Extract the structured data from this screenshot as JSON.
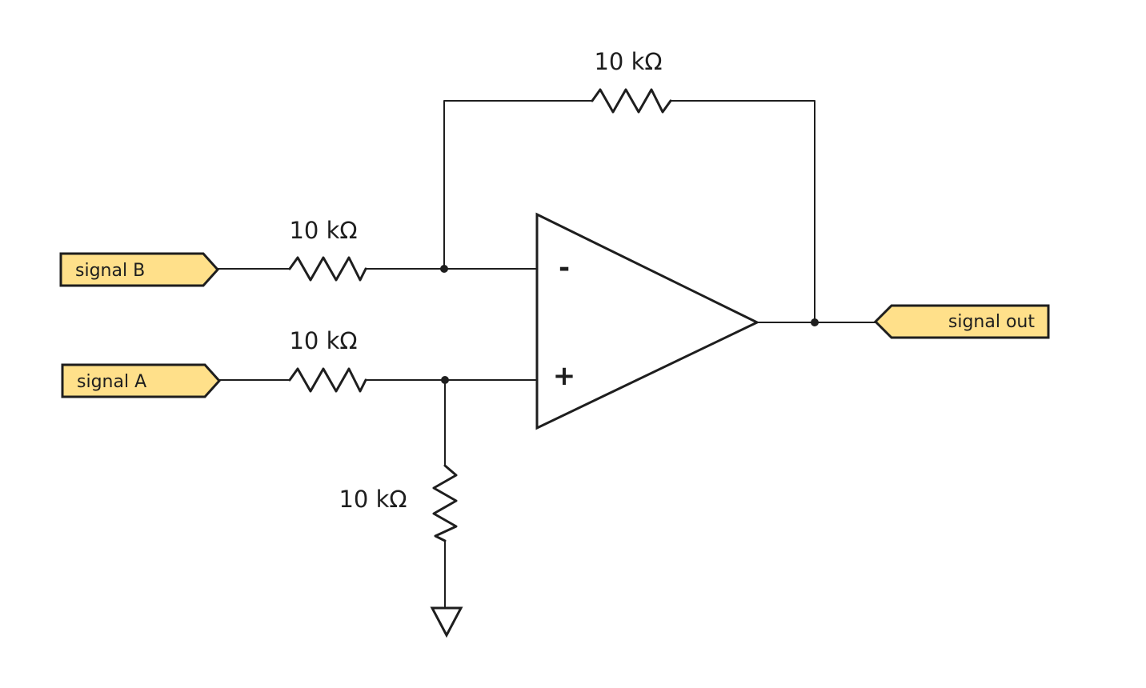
{
  "colors": {
    "stroke": "#1e1e1e",
    "tag_fill": "#ffe08a",
    "background": "#ffffff"
  },
  "inputs": {
    "signal_b": {
      "label": "signal B"
    },
    "signal_a": {
      "label": "signal A"
    }
  },
  "output": {
    "label": "signal out"
  },
  "resistors": {
    "feedback": {
      "value": "10 kΩ"
    },
    "input_b": {
      "value": "10 kΩ"
    },
    "input_a": {
      "value": "10 kΩ"
    },
    "ground": {
      "value": "10 kΩ"
    }
  },
  "opamp": {
    "inverting_sign": "-",
    "noninverting_sign": "+"
  }
}
